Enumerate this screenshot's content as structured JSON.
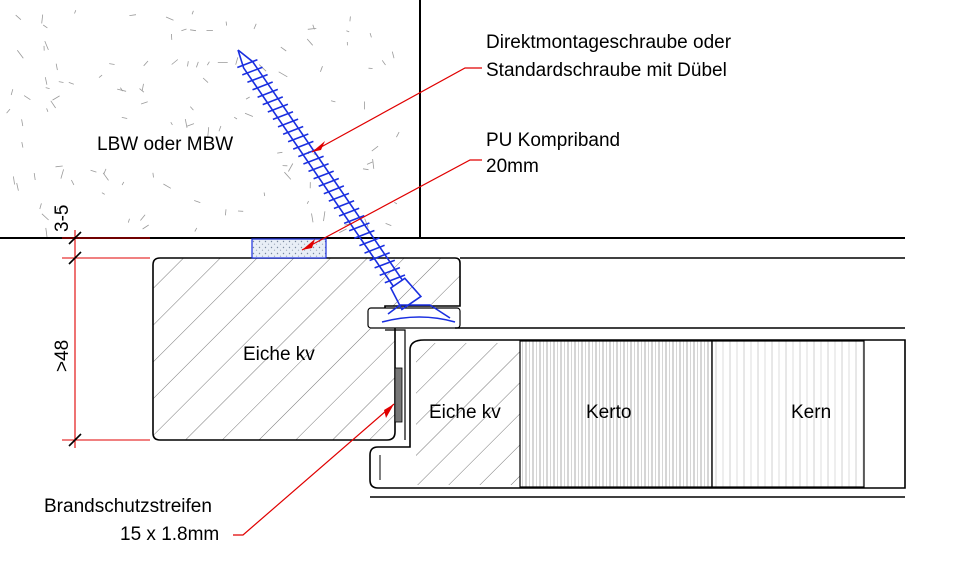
{
  "labels": {
    "wall": "LBW oder MBW",
    "screw_line1": "Direktmontageschraube oder",
    "screw_line2": "Standardschraube mit Dübel",
    "foam_line1": "PU Kompriband",
    "foam_line2": "20mm",
    "frame": "Eiche kv",
    "door_edge": "Eiche kv",
    "kerto": "Kerto",
    "core": "Kern",
    "fire_line1": "Brandschutzstreifen",
    "fire_line2": "15 x 1.8mm",
    "dim_gap": "3-5",
    "dim_height": ">48"
  },
  "colors": {
    "line": "#000000",
    "leader": "#e00000",
    "screw": "#1a2fe0",
    "wall_fill": "#ffffff",
    "foam_fill": "#d6e4f2",
    "strip_fill": "#777777"
  }
}
